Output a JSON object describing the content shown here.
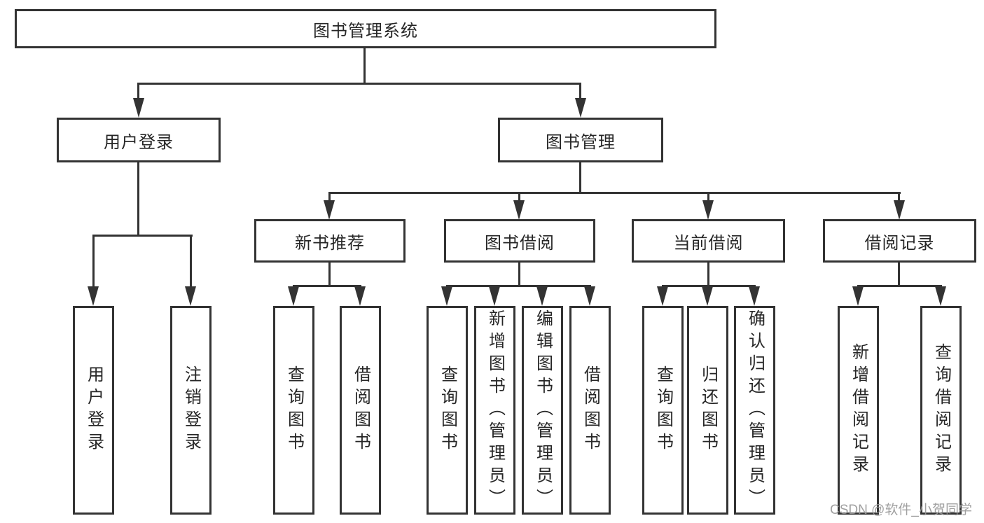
{
  "tree": {
    "root": {
      "label": "图书管理系统"
    },
    "level1": {
      "user_login": {
        "label": "用户登录"
      },
      "book_mgmt": {
        "label": "图书管理"
      }
    },
    "level2": {
      "new_books": {
        "label": "新书推荐"
      },
      "book_borrow": {
        "label": "图书借阅"
      },
      "current_borrow": {
        "label": "当前借阅"
      },
      "borrow_records": {
        "label": "借阅记录"
      }
    },
    "leaves": {
      "user_login": [
        "用户登录",
        "注销登录"
      ],
      "new_books": [
        "查询图书",
        "借阅图书"
      ],
      "book_borrow": [
        "查询图书",
        "新增图书（管理员）",
        "编辑图书（管理员）",
        "借阅图书"
      ],
      "current_borrow": [
        "查询图书",
        "归还图书",
        "确认归还（管理员）"
      ],
      "borrow_records": [
        "新增借阅记录",
        "查询借阅记录"
      ]
    }
  },
  "watermark": {
    "text": "CSDN @软件_小贺同学"
  },
  "colors": {
    "line": "#333333",
    "text": "#262626",
    "watermark": "#999999",
    "background": "#ffffff"
  }
}
